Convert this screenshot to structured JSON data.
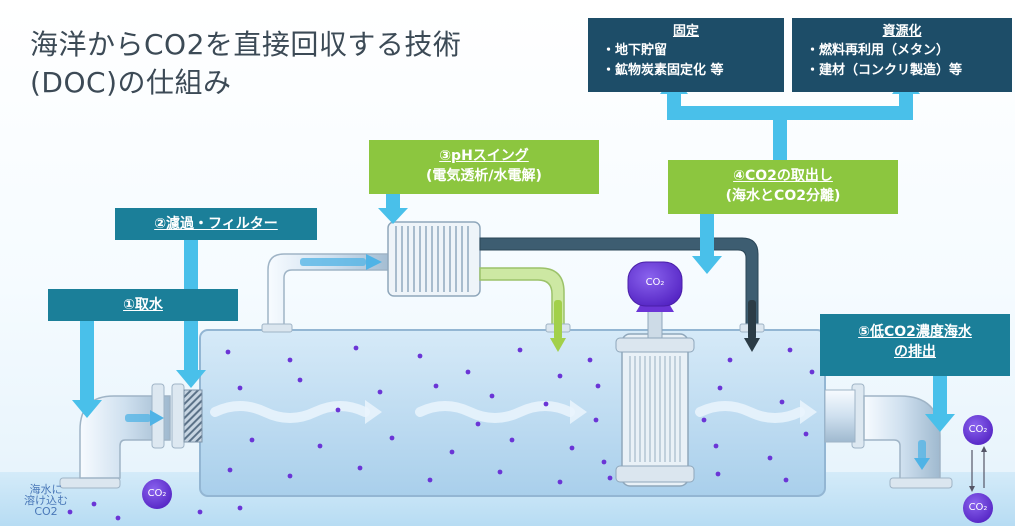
{
  "title": {
    "line1": "海洋からCO2を直接回収する技術",
    "line2": "(DOC)の仕組み"
  },
  "storage": {
    "fixation": {
      "heading": "固定",
      "items": [
        "・地下貯留",
        "・鉱物炭素固定化 等"
      ]
    },
    "resource": {
      "heading": "資源化",
      "items": [
        "・燃料再利用（メタン）",
        "・建材（コンクリ製造）等"
      ]
    }
  },
  "steps": {
    "intake": "①取水",
    "filter": "②濾過・フィルター",
    "ph_swing": {
      "line1": "③pHスイング",
      "line2": "(電気透析/水電解)"
    },
    "extraction": {
      "line1": "④CO2の取出し",
      "line2": "(海水とCO2分離)"
    },
    "discharge": {
      "line1": "⑤低CO2濃度海水",
      "line2": "の排出"
    }
  },
  "co2_label": "CO₂",
  "sea_label": [
    "海水に",
    "溶け込む",
    "CO2"
  ],
  "colors": {
    "navy": "#1d4d68",
    "teal": "#1b7f99",
    "green": "#8cc63f",
    "arrow": "#49c0ea",
    "co2": "#6b35d6",
    "tank": "#c9e3f6"
  }
}
